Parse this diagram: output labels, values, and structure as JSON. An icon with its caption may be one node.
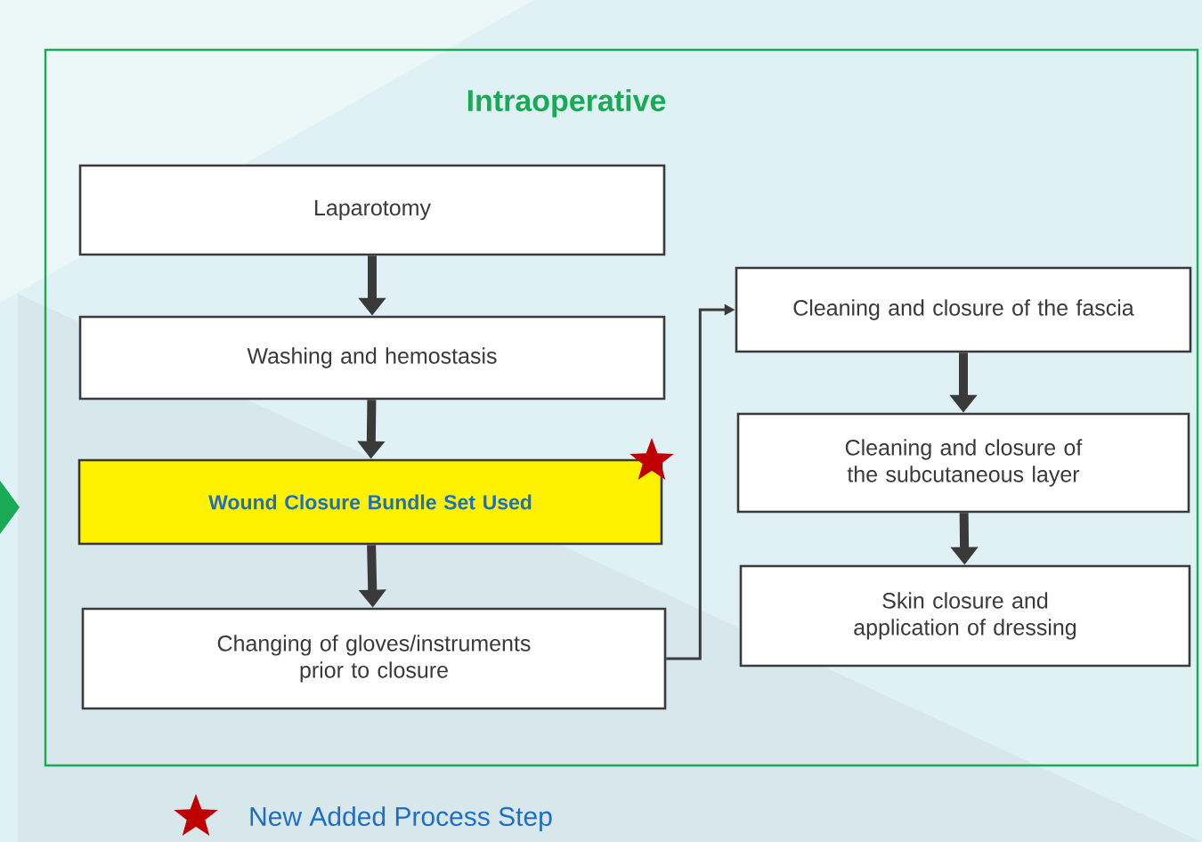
{
  "diagram": {
    "nodes": [
      {
        "text": [
          "Intraoperative"
        ]
      },
      {
        "text": [
          "Laparotomy"
        ],
        "in": 0
      },
      {
        "text": [
          "Washing and hemostasis"
        ],
        "in": 0
      },
      {
        "text": [
          "Wound Closure Bundle Set Used"
        ],
        "in": 0
      },
      {
        "text": [
          "Changing of gloves/instruments prior to closure"
        ],
        "in": 0
      },
      {
        "text": [
          "Cleaning and closure of the fascia"
        ],
        "in": 0
      },
      {
        "text": [
          "Cleaning and closure of the subcutaneous layer"
        ],
        "in": 0
      },
      {
        "text": [
          "Skin closure and application of dressing"
        ],
        "in": 0
      }
    ],
    "edges": [
      {
        "from": 1,
        "to": 2,
        "arrow": "to"
      },
      {
        "from": 2,
        "to": 3,
        "arrow": "to"
      },
      {
        "from": 3,
        "to": 4,
        "arrow": "to"
      },
      {
        "from": 4,
        "to": 5,
        "arrow": "to"
      },
      {
        "from": 5,
        "to": 6,
        "arrow": "to"
      },
      {
        "from": 6,
        "to": 7,
        "arrow": "to"
      }
    ],
    "legend": [
      {
        "text": "New Added Process Step"
      }
    ]
  }
}
